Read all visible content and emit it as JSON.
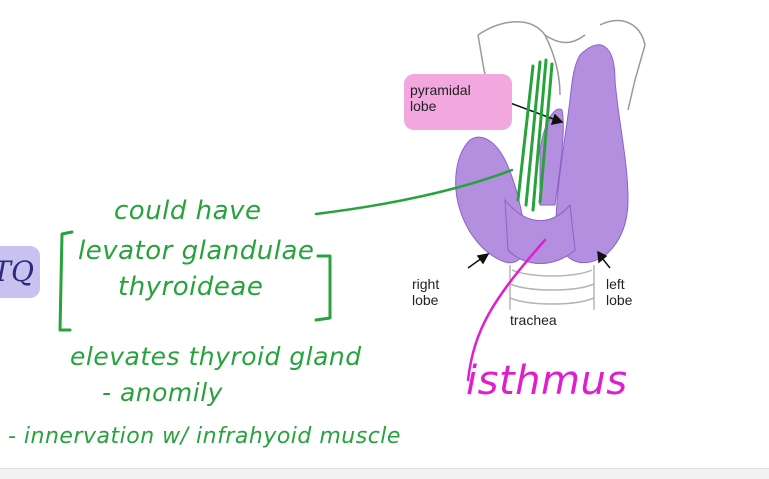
{
  "badge": {
    "text": "TQ"
  },
  "diagram": {
    "labels": {
      "pyramidal": [
        "pyramidal",
        "lobe"
      ],
      "right": [
        "right",
        "lobe"
      ],
      "left": [
        "left",
        "lobe"
      ],
      "trachea": "trachea"
    }
  },
  "notes": {
    "could_have": "could have",
    "levator_1": "levator glandulae",
    "levator_2": "thyroideae",
    "elevates": "elevates thyroid gland",
    "anomily": "- anomily",
    "innervation": "- innervation w/ infrahyoid muscle",
    "isthmus": "isthmus"
  },
  "colors": {
    "gland": "#b48fe0",
    "ink_green": "#27a33b",
    "ink_magenta": "#e01ed0",
    "highlight": "#f2a7de",
    "badge": "#c9c1ef"
  }
}
